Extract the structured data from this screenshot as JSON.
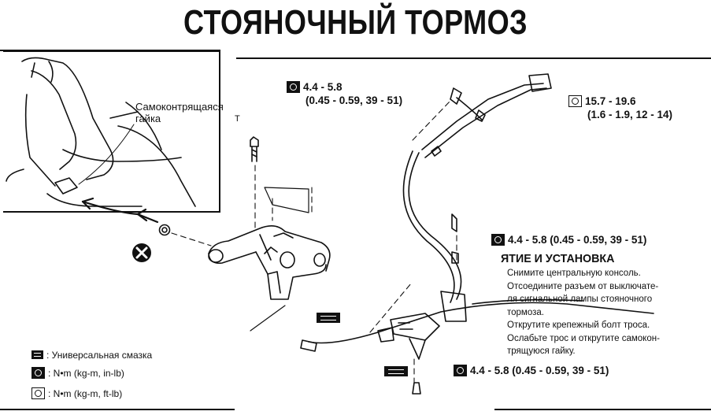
{
  "title": "СТОЯНОЧНЫЙ ТОРМОЗ",
  "inset": {
    "callout": "Самоконтрящаяся\nгайка"
  },
  "marker_t": "T",
  "specs": {
    "top_left": {
      "line1": "4.4 - 5.8",
      "line2": "(0.45 - 0.59, 39 - 51)"
    },
    "top_right": {
      "line1": "15.7 - 19.6",
      "line2": "(1.6 - 1.9, 12 - 14)"
    },
    "middle": "4.4 - 5.8 (0.45 - 0.59, 39 - 51)",
    "bottom": "4.4 - 5.8 (0.45 - 0.59, 39 - 51)"
  },
  "procedure": {
    "title": "ЯТИЕ И УСТАНОВКА",
    "steps": [
      "Снимите центральную консоль.",
      "Отсоедините разъем от выключате-",
      "ля сигнальной лампы стояночного",
      "тормоза.",
      "Открутите крепежный болт троса.",
      "Ослабьте трос и открутите самокон-",
      "трящуюся гайку."
    ]
  },
  "legend": {
    "grease": ": Универсальная смазка",
    "torque_in": ": N•m (kg-m, in-lb)",
    "torque_ft": ": N•m (kg-m, ft-lb)"
  },
  "icons": {
    "grease": "grease-icon",
    "torque_closed": "torque-wrench-icon",
    "torque_open": "torque-open-wrench-icon",
    "no_reuse": "do-not-reuse-icon"
  }
}
